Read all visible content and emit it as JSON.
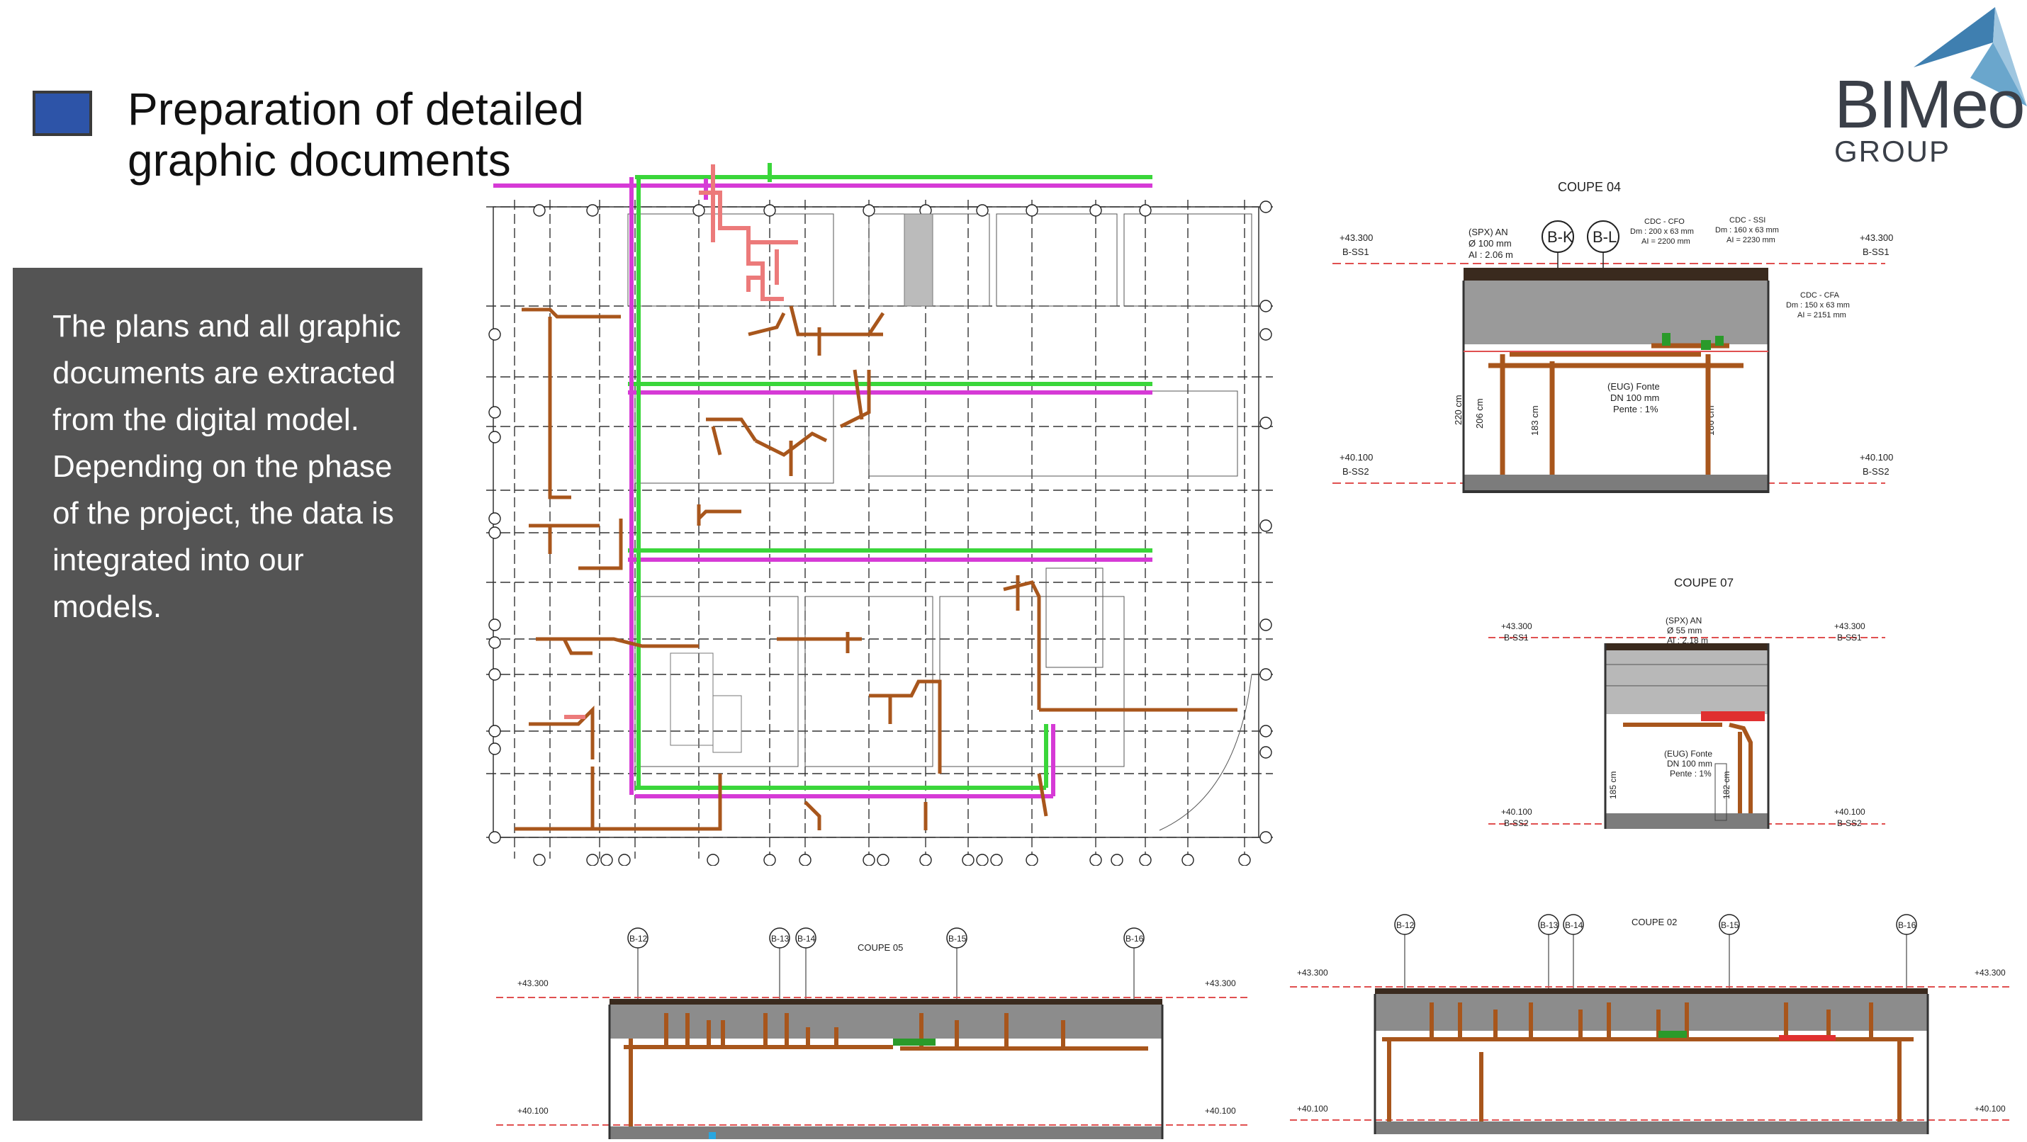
{
  "header": {
    "title_line1": "Preparation of detailed",
    "title_line2": "graphic documents"
  },
  "logo": {
    "main": "BIMeo",
    "sub": "GROUP",
    "accent_color": "#4a8fb8"
  },
  "panel": {
    "text": "The plans and all graphic documents are extracted from the digital model. Depending on the phase of the project, the data is integrated into our models."
  },
  "sections": {
    "coupe04": {
      "title": "COUPE 04",
      "axis_a": "B-K",
      "axis_b": "B-L",
      "level_top": "+43.300",
      "level_top_tag": "B-SS1",
      "level_bottom": "+40.100",
      "level_bottom_tag": "B-SS2",
      "note_a": "(SPX) AN",
      "note_b": "Ø 100 mm",
      "note_c": "AI : 2.06 m",
      "cfo_1": "CDC - CFO",
      "cfo_2": "Dm : 200 x 63 mm",
      "cfo_3": "AI = 2200 mm",
      "ssi_1": "CDC - SSI",
      "ssi_2": "Dm : 160 x 63 mm",
      "ssi_3": "AI = 2230 mm",
      "cfa_1": "CDC - CFA",
      "cfa_2": "Dm : 150 x 63 mm",
      "cfa_3": "AI = 2151 mm",
      "eug_1": "(EUG) Fonte",
      "eug_2": "DN 100 mm",
      "eug_3": "Pente : 1%",
      "dim_1": "220 cm",
      "dim_2": "206 cm",
      "dim_3": "183 cm",
      "dim_4": "186 cm"
    },
    "coupe07": {
      "title": "COUPE 07",
      "level_top": "+43.300",
      "level_top_tag": "B-SS1",
      "level_bottom": "+40.100",
      "level_bottom_tag": "B-SS2",
      "note_a": "(SPX) AN",
      "note_b": "Ø 55 mm",
      "note_c": "AI : 2.18 m",
      "eug_1": "(EUG) Fonte",
      "eug_2": "DN 100 mm",
      "eug_3": "Pente : 1%",
      "dim_1": "185 cm",
      "dim_2": "182 cm"
    },
    "coupe05": {
      "title": "COUPE 05",
      "axes": [
        "B-12",
        "B-13",
        "B-14",
        "B-15",
        "B-16"
      ],
      "level_top": "+43.300",
      "level_bottom": "+40.100"
    },
    "coupe02": {
      "title": "COUPE 02",
      "axes": [
        "B-12",
        "B-13",
        "B-14",
        "B-15",
        "B-16"
      ],
      "level_top": "+43.300",
      "level_bottom": "+40.100"
    }
  },
  "colors": {
    "pipe": "#a8561c",
    "pink": "#d63ad6",
    "green": "#3ad63a",
    "red_dash": "#e05050",
    "slab": "#8c8c8c"
  }
}
